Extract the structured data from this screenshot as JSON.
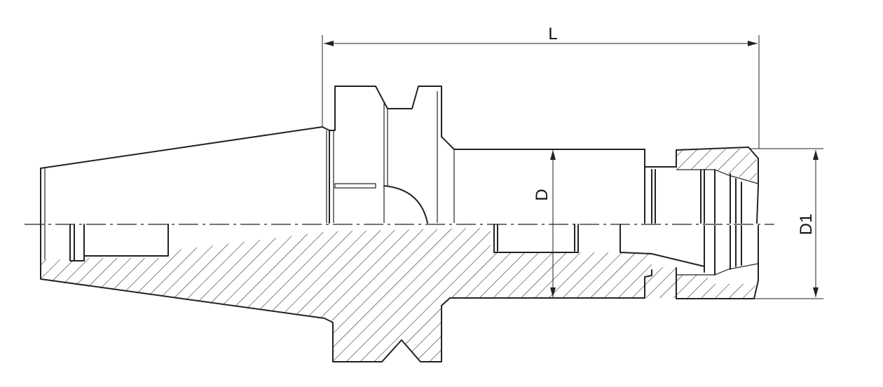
{
  "dimensions": {
    "length_label": "L",
    "diameter_label": "D",
    "collet_diameter_label": "D1"
  }
}
